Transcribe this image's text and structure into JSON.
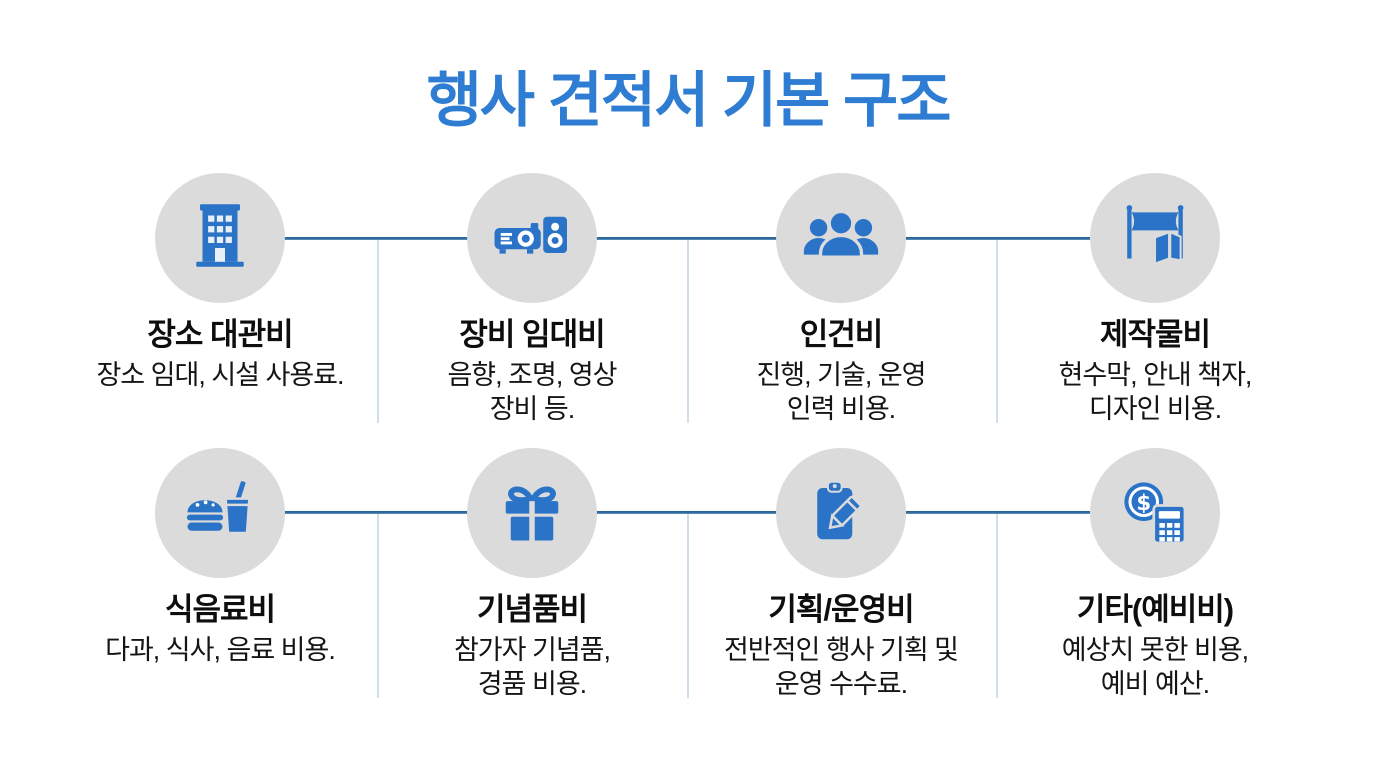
{
  "title": "행사 견적서 기본 구조",
  "colors": {
    "title_blue": "#2e7dd2",
    "icon_blue": "#2a73c7",
    "circle_gray": "#dbdbdb",
    "connector_line": "#2b6697",
    "divider_line": "#cfdfec",
    "background": "#ffffff",
    "text": "#151515"
  },
  "items": [
    {
      "icon": "building-icon",
      "title": "장소 대관비",
      "desc": "장소 임대, 시설 사용료."
    },
    {
      "icon": "projector-speaker-icon",
      "title": "장비 임대비",
      "desc": "음향, 조명, 영상\n장비 등."
    },
    {
      "icon": "people-group-icon",
      "title": "인건비",
      "desc": "진행, 기술, 운영\n인력 비용."
    },
    {
      "icon": "banner-booklet-icon",
      "title": "제작물비",
      "desc": "현수막, 안내 책자,\n디자인 비용."
    },
    {
      "icon": "burger-drink-icon",
      "title": "식음료비",
      "desc": "다과, 식사, 음료 비용."
    },
    {
      "icon": "gift-icon",
      "title": "기념품비",
      "desc": "참가자 기념품,\n경품 비용."
    },
    {
      "icon": "clipboard-pencil-icon",
      "title": "기획/운영비",
      "desc": "전반적인 행사 기획 및\n운영 수수료."
    },
    {
      "icon": "coin-calculator-icon",
      "title": "기타(예비비)",
      "desc": "예상치 못한 비용,\n예비 예산."
    }
  ]
}
